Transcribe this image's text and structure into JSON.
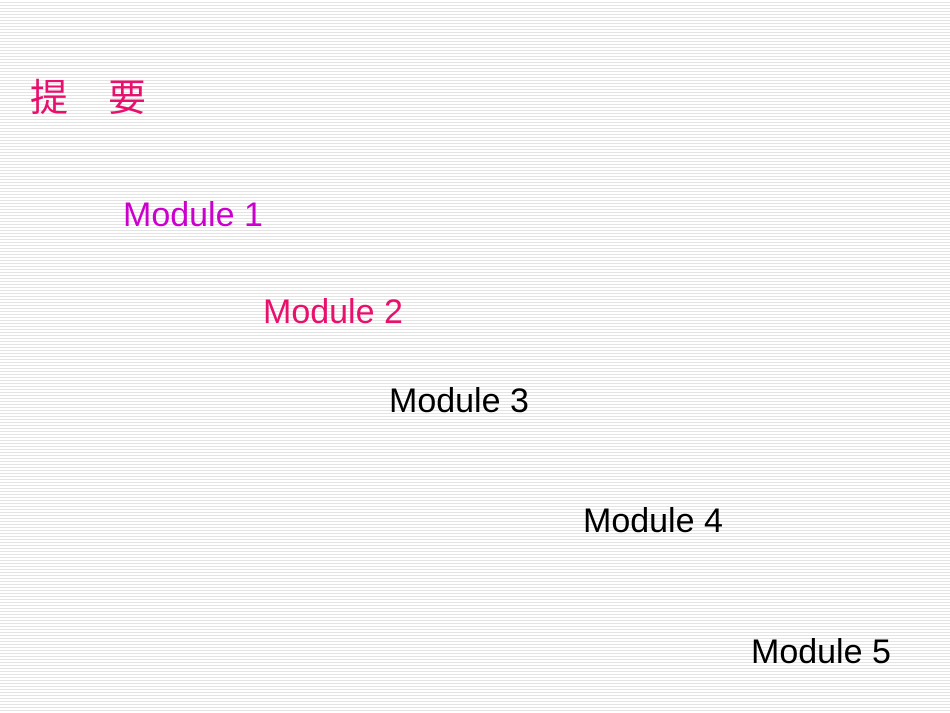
{
  "slide": {
    "title": "提要",
    "title_color": "#e8106c",
    "modules": [
      {
        "label": "Module 1",
        "color": "#cc00cc"
      },
      {
        "label": "Module 2",
        "color": "#e8106c"
      },
      {
        "label": "Module 3",
        "color": "#000000"
      },
      {
        "label": "Module 4",
        "color": "#000000"
      },
      {
        "label": "Module 5",
        "color": "#000000"
      }
    ]
  }
}
